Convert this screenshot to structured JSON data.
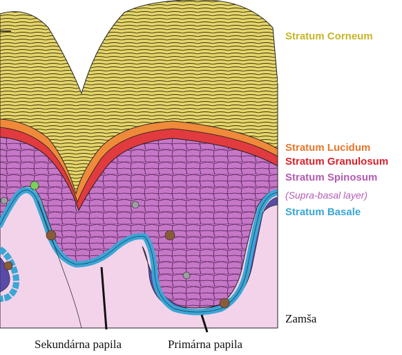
{
  "diagram": {
    "layers": [
      {
        "id": "corneum",
        "label": "Stratum Corneum",
        "color": "#c8b526"
      },
      {
        "id": "lucidum",
        "label": "Stratum Lucidum",
        "color": "#e8772a"
      },
      {
        "id": "granulosum",
        "label": "Stratum Granulosum",
        "color": "#d9222a"
      },
      {
        "id": "spinosum",
        "label": "Stratum Spinosum",
        "color": "#b45ab4",
        "sublabel": "(Supra-basal layer)"
      },
      {
        "id": "basale",
        "label": "Stratum Basale",
        "color": "#3aa6d6"
      }
    ],
    "dermis_label": "Zamša",
    "secondary_papilla_label": "Sekundárna papila",
    "primary_papilla_label": "Primárna papila",
    "colors": {
      "corneum_fill": "#e6d66a",
      "lucidum_fill": "#ef8a3a",
      "granulosum_fill": "#e13a3f",
      "spinosum_fill": "#c777c8",
      "basale_fill": "#5cc0e8",
      "basal_dark_fill": "#5a4aa8",
      "dermis_fill": "#f3d3ea",
      "outline": "#222222"
    }
  }
}
